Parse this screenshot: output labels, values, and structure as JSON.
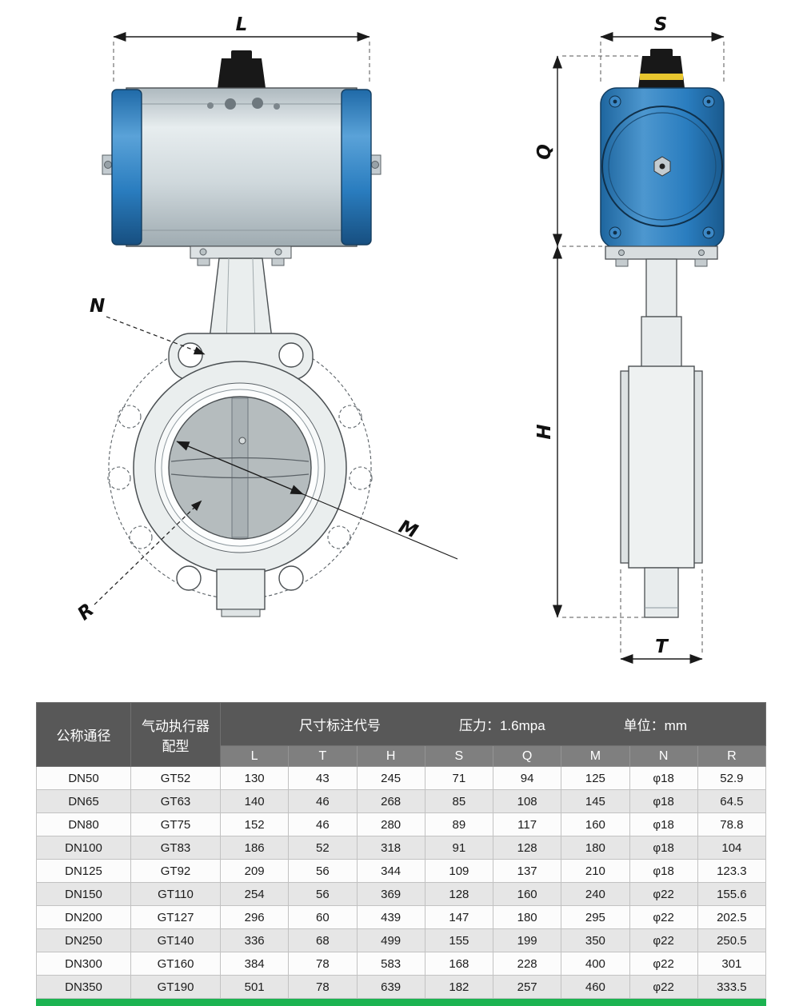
{
  "drawing": {
    "front_view": {
      "dim_L": "L",
      "dim_N": "N",
      "dim_M": "M",
      "dim_R": "R"
    },
    "side_view": {
      "dim_S": "S",
      "dim_Q": "Q",
      "dim_H": "H",
      "dim_T": "T"
    }
  },
  "table": {
    "headers": {
      "nominal_diameter": "公称通径",
      "actuator_line1": "气动执行器",
      "actuator_line2": "配型",
      "dimension_title": "尺寸标注代号",
      "pressure": "压力：1.6mpa",
      "unit": "单位：mm"
    },
    "dim_columns": [
      "L",
      "T",
      "H",
      "S",
      "Q",
      "M",
      "N",
      "R"
    ],
    "rows": [
      [
        "DN50",
        "GT52",
        "130",
        "43",
        "245",
        "71",
        "94",
        "125",
        "φ18",
        "52.9"
      ],
      [
        "DN65",
        "GT63",
        "140",
        "46",
        "268",
        "85",
        "108",
        "145",
        "φ18",
        "64.5"
      ],
      [
        "DN80",
        "GT75",
        "152",
        "46",
        "280",
        "89",
        "117",
        "160",
        "φ18",
        "78.8"
      ],
      [
        "DN100",
        "GT83",
        "186",
        "52",
        "318",
        "91",
        "128",
        "180",
        "φ18",
        "104"
      ],
      [
        "DN125",
        "GT92",
        "209",
        "56",
        "344",
        "109",
        "137",
        "210",
        "φ18",
        "123.3"
      ],
      [
        "DN150",
        "GT110",
        "254",
        "56",
        "369",
        "128",
        "160",
        "240",
        "φ22",
        "155.6"
      ],
      [
        "DN200",
        "GT127",
        "296",
        "60",
        "439",
        "147",
        "180",
        "295",
        "φ22",
        "202.5"
      ],
      [
        "DN250",
        "GT140",
        "336",
        "68",
        "499",
        "155",
        "199",
        "350",
        "φ22",
        "250.5"
      ],
      [
        "DN300",
        "GT160",
        "384",
        "78",
        "583",
        "168",
        "228",
        "400",
        "φ22",
        "301"
      ],
      [
        "DN350",
        "GT190",
        "501",
        "78",
        "639",
        "182",
        "257",
        "460",
        "φ22",
        "333.5"
      ]
    ]
  },
  "colors": {
    "actuator_blue": "#2a7dbf",
    "knob_yellow": "#e9c72f",
    "header_dark": "#585858",
    "header_medium": "#7f7f7f",
    "row_alt": "#e6e6e6",
    "accent_green": "#1cb351"
  }
}
